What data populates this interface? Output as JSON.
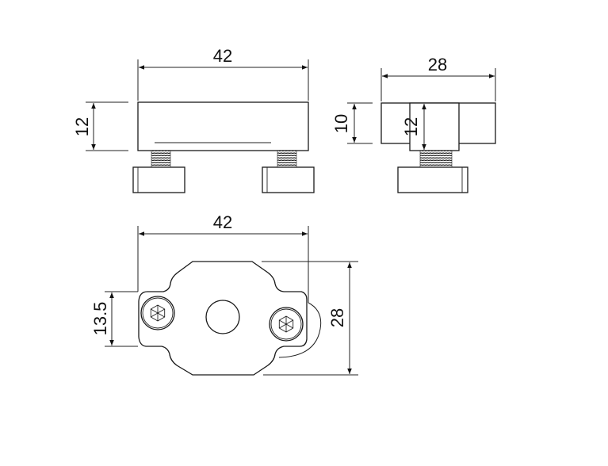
{
  "drawing": {
    "front_view": {
      "width_label": "42",
      "height_label": "12"
    },
    "side_view": {
      "width_label": "28",
      "height_outer_label": "10",
      "height_inner_label": "12"
    },
    "bottom_view": {
      "width_label": "42",
      "offset_label": "13.5",
      "depth_label": "28"
    }
  },
  "colors": {
    "line": "#1a1a1a",
    "background": "#ffffff"
  }
}
